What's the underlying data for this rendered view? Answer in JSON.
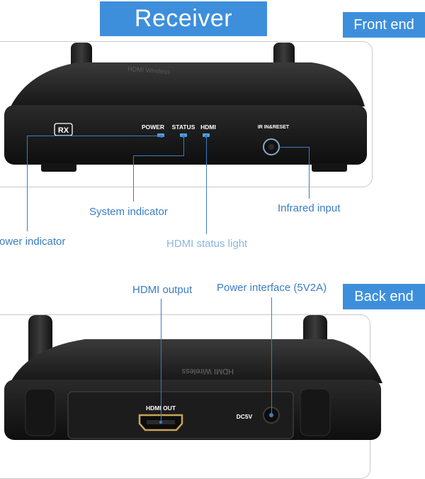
{
  "header": {
    "title": "Receiver",
    "front_label": "Front end",
    "back_label": "Back end"
  },
  "front_panel": {
    "device_badge": "RX",
    "led_labels": [
      "POWER",
      "STATUS",
      "HDMI"
    ],
    "ir_label": "IR IN&RESET",
    "top_brand_text": "HDMI Wireless"
  },
  "callouts_front": {
    "power_indicator": "ower indicator",
    "system_indicator": "System indicator",
    "hdmi_status": "HDMI status light",
    "infrared_input": "Infrared input"
  },
  "callouts_back": {
    "hdmi_output": "HDMI output",
    "power_interface": "Power  interface (5V2A)"
  },
  "back_panel": {
    "hdmi_port_label": "HDMI OUT",
    "dc_label": "DC5V",
    "top_brand_text": "HDMI Wireless"
  },
  "colors": {
    "accent": "#3d8fdc",
    "callout": "#3b7dc6",
    "device": "#1e1e1e",
    "led": "#4aa3e6"
  }
}
